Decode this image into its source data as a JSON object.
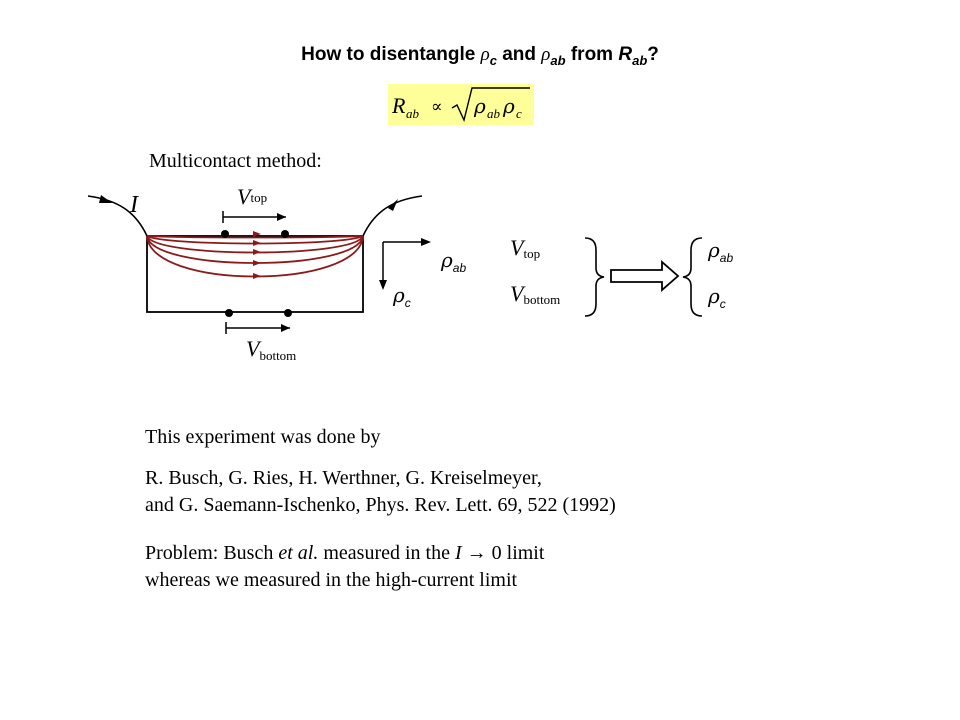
{
  "title": {
    "prefix": "How to disentangle ",
    "rho": "ρ",
    "sub_c": "c",
    "and": " and ",
    "sub_ab": "ab",
    "from": " from ",
    "R": "R",
    "suffix": "?"
  },
  "formula": {
    "R": "R",
    "sub_ab": "ab",
    "propto": "∝",
    "rho": "ρ",
    "sub_c": "c",
    "highlight_color": "#FFFF99"
  },
  "method_label": "Multicontact method:",
  "diagram": {
    "current_label": "I",
    "v_top": "V",
    "v_top_sub": "top",
    "v_bottom": "V",
    "v_bottom_sub": "bottom",
    "axis_rho": "ρ",
    "axis_ab_sub": "ab",
    "axis_c_sub": "c",
    "current_line_color": "#8B1A1A"
  },
  "mapping": {
    "v": "V",
    "top_sub": "top",
    "bottom_sub": "bottom",
    "rho": "ρ",
    "ab_sub": "ab",
    "c_sub": "c"
  },
  "credit_intro": "This experiment was done by",
  "citation_line1": "R. Busch, G. Ries, H. Werthner, G. Kreiselmeyer,",
  "citation_line2": "and G. Saemann-Ischenko, Phys. Rev. Lett. 69, 522 (1992)",
  "problem": {
    "prefix": "Problem: Busch ",
    "etal": "et al.",
    "middle": " measured in the ",
    "I": "I",
    "limit": " → 0 limit",
    "line2": "whereas we measured in the high-current limit"
  }
}
